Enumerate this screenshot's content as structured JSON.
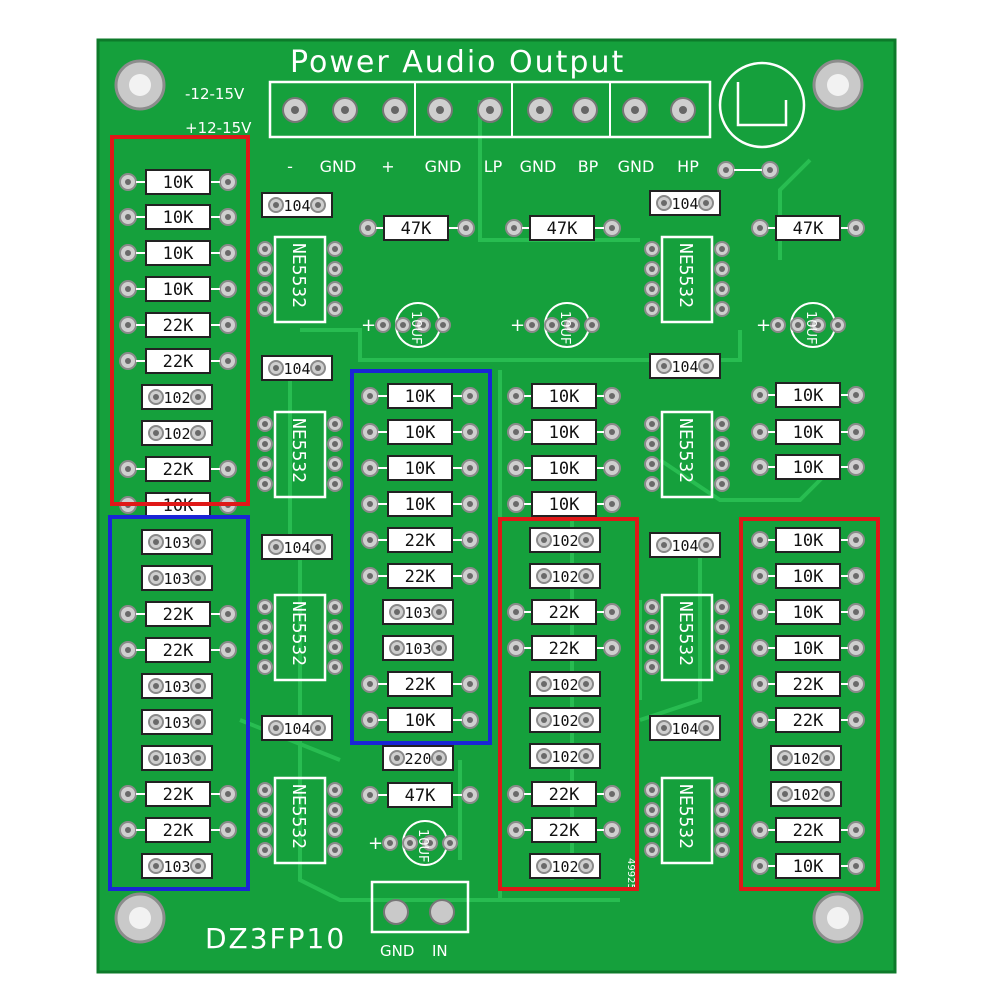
{
  "board": {
    "title": "Power  Audio  Output",
    "model": "DZ3FP10",
    "code": "49925",
    "colors": {
      "pcb": "#15a03c",
      "pcb_dark": "#0f8a30",
      "trace": "#2bb84e",
      "silk": "#ffffff",
      "red_box": "#e01818",
      "blue_box": "#1a25d6"
    }
  },
  "power_labels": {
    "neg": "-12-15V",
    "pos": "+12-15V"
  },
  "header_pins": [
    "-",
    "GND",
    "+",
    "GND",
    "LP",
    "GND",
    "BP",
    "GND",
    "HP"
  ],
  "input_pins": [
    "GND",
    "IN"
  ],
  "ic_label": "NE5532",
  "cap_label": "10UF",
  "cap_plus": "+",
  "res_col1": [
    "10K",
    "10K",
    "10K",
    "10K",
    "22K",
    "22K",
    "102",
    "102",
    "22K",
    "10K"
  ],
  "res_col1_lower": [
    "103",
    "103",
    "22K",
    "22K",
    "103",
    "103",
    "103",
    "22K",
    "22K",
    "103"
  ],
  "res_col2": [
    "10K",
    "10K",
    "10K",
    "10K",
    "22K",
    "22K",
    "103",
    "103",
    "22K",
    "10K"
  ],
  "res_col2_extra": [
    "220",
    "47K"
  ],
  "res_col3": [
    "10K",
    "10K",
    "10K",
    "10K"
  ],
  "res_col3_lower": [
    "102",
    "102",
    "22K",
    "22K",
    "102",
    "102",
    "102",
    "22K",
    "22K",
    "102"
  ],
  "res_col4": [
    "10K",
    "10K",
    "10K"
  ],
  "res_col4_lower": [
    "10K",
    "10K",
    "10K",
    "10K",
    "22K",
    "22K",
    "102",
    "102",
    "22K",
    "10K"
  ],
  "res_47k": [
    "47K",
    "47K",
    "47K"
  ],
  "small_104": [
    "104",
    "104",
    "104",
    "104",
    "104",
    "104",
    "104",
    "104"
  ]
}
